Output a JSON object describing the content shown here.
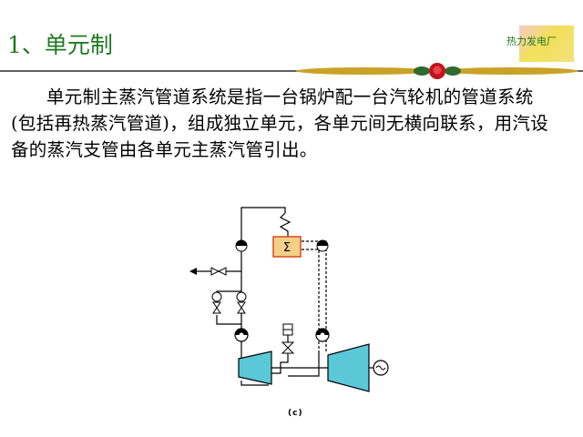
{
  "title": "1、单元制",
  "brand": {
    "text": "热力发电厂"
  },
  "body": {
    "paragraph": "单元制主蒸汽管道系统是指一台锅炉配一台汽轮机的管道系统(包括再热蒸汽管道)，组成独立单元，各单元间无横向联系，用汽设备的蒸汽支管由各单元主蒸汽管引出。"
  },
  "figure": {
    "reheater_symbol": "Σ",
    "caption": "(c)"
  },
  "colors": {
    "title": "#1f7a1f",
    "turbine_fill": "#5bc8d8",
    "reheater_fill": "#f5d08a",
    "reheater_border": "#d94a1a"
  }
}
